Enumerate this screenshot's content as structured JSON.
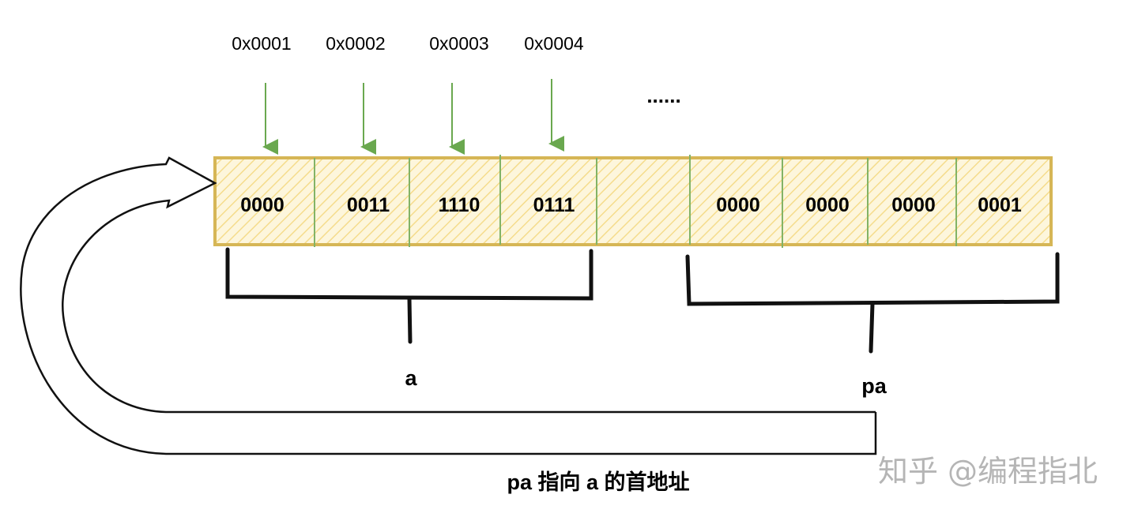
{
  "addresses": [
    "0x0001",
    "0x0002",
    "0x0003",
    "0x0004"
  ],
  "ellipsis": "......",
  "cells": [
    "0000",
    "0011",
    "1110",
    "0111",
    "",
    "0000",
    "0000",
    "0000",
    "0001"
  ],
  "labels": {
    "a": "a",
    "pa": "pa"
  },
  "caption": "pa 指向 a 的首地址",
  "watermark": "知乎 @编程指北",
  "colors": {
    "cell_fill": "#fbeec3",
    "cell_border": "#d6b656",
    "divider": "#82b366",
    "arrow": "#6aa84f"
  }
}
